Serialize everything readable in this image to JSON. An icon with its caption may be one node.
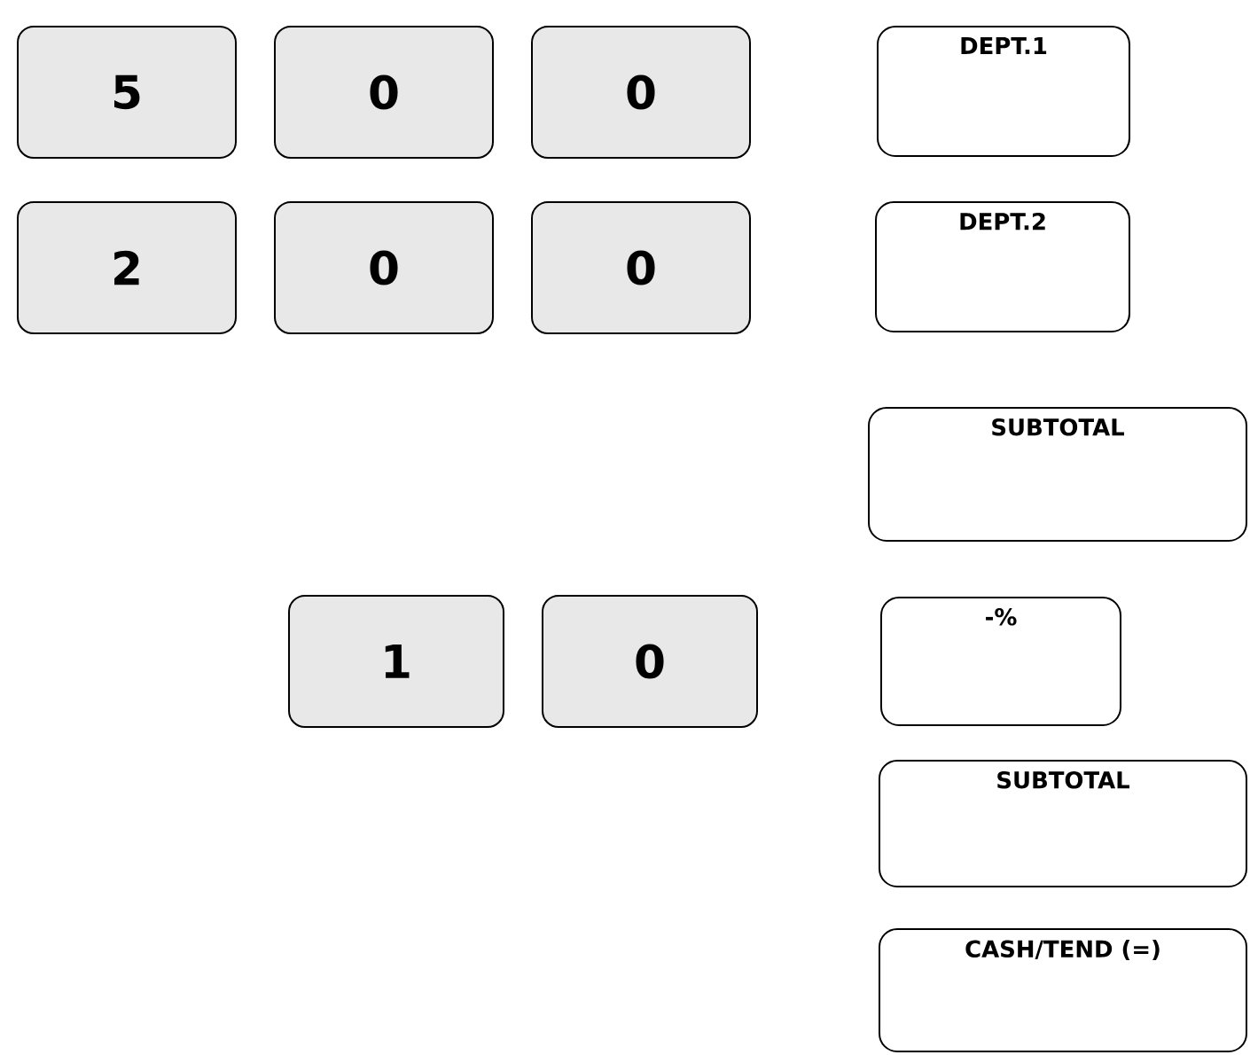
{
  "diagram": {
    "nodes": [
      {
        "text": [
          "5"
        ]
      },
      {
        "text": [
          "0"
        ]
      },
      {
        "text": [
          "0"
        ]
      },
      {
        "text": [
          "DEPT.1"
        ]
      },
      {
        "text": [
          "2"
        ]
      },
      {
        "text": [
          "0"
        ]
      },
      {
        "text": [
          "0"
        ]
      },
      {
        "text": [
          "DEPT.2"
        ]
      },
      {
        "text": [
          "SUBTOTAL"
        ]
      },
      {
        "text": [
          "1"
        ]
      },
      {
        "text": [
          "0"
        ]
      },
      {
        "text": [
          "-%"
        ]
      },
      {
        "text": [
          "SUBTOTAL"
        ]
      },
      {
        "text": [
          "CASH/TEND (=)"
        ]
      }
    ]
  }
}
